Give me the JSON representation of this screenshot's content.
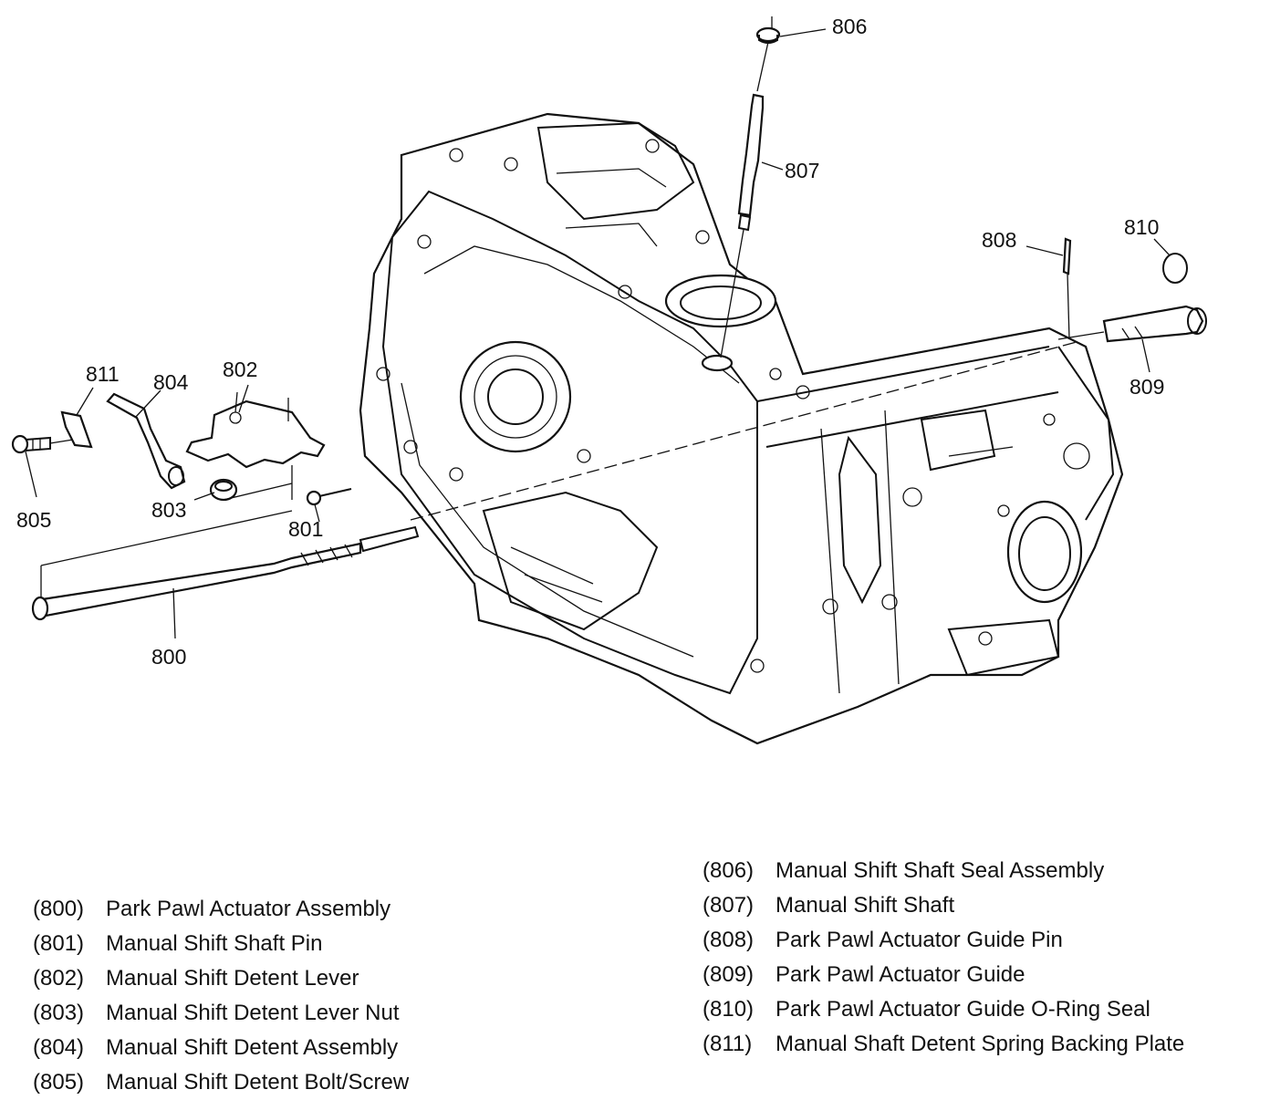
{
  "callouts": {
    "c800": "800",
    "c801": "801",
    "c802": "802",
    "c803": "803",
    "c804": "804",
    "c805": "805",
    "c806": "806",
    "c807": "807",
    "c808": "808",
    "c809": "809",
    "c810": "810",
    "c811": "811"
  },
  "legend_left": [
    {
      "code": "(800)",
      "label": "Park Pawl Actuator Assembly"
    },
    {
      "code": "(801)",
      "label": "Manual Shift Shaft Pin"
    },
    {
      "code": "(802)",
      "label": "Manual Shift Detent Lever"
    },
    {
      "code": "(803)",
      "label": "Manual Shift Detent Lever Nut"
    },
    {
      "code": "(804)",
      "label": "Manual Shift Detent Assembly"
    },
    {
      "code": "(805)",
      "label": "Manual Shift Detent Bolt/Screw"
    }
  ],
  "legend_right": [
    {
      "code": "(806)",
      "label": "Manual Shift Shaft Seal Assembly"
    },
    {
      "code": "(807)",
      "label": "Manual Shift Shaft"
    },
    {
      "code": "(808)",
      "label": "Park Pawl Actuator Guide Pin"
    },
    {
      "code": "(809)",
      "label": "Park Pawl Actuator Guide"
    },
    {
      "code": "(810)",
      "label": "Park Pawl Actuator Guide O-Ring Seal"
    },
    {
      "code": "(811)",
      "label": "Manual Shaft Detent Spring Backing Plate"
    }
  ]
}
